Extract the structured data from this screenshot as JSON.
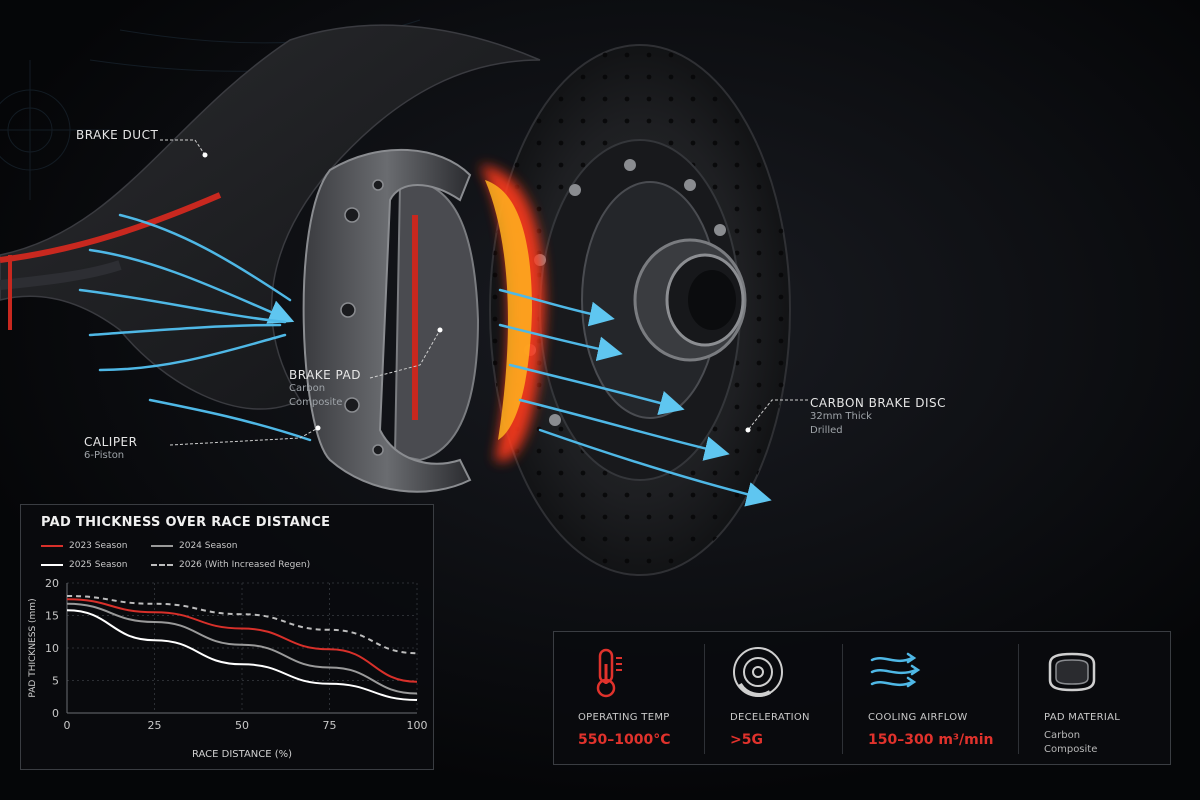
{
  "labels": {
    "brake_duct": {
      "title": "BRAKE DUCT"
    },
    "brake_pad": {
      "title": "BRAKE PAD",
      "sub1": "Carbon",
      "sub2": "Composite"
    },
    "caliper": {
      "title": "CALIPER",
      "sub": "6-Piston"
    },
    "disc": {
      "title": "CARBON BRAKE DISC",
      "sub1": "32mm Thick",
      "sub2": "Drilled"
    }
  },
  "chart": {
    "title": "PAD THICKNESS OVER RACE DISTANCE",
    "legend": [
      "2023 Season",
      "2024 Season",
      "2025 Season",
      "2026 (With Increased Regen)"
    ]
  },
  "stats": [
    {
      "label": "OPERATING TEMP",
      "value": "550–1000°C",
      "icon": "thermometer-icon"
    },
    {
      "label": "DECELERATION",
      "value": ">5G",
      "icon": "brake-disc-icon"
    },
    {
      "label": "COOLING AIRFLOW",
      "value": "150–300 m³/min",
      "icon": "airflow-icon"
    },
    {
      "label": "PAD MATERIAL",
      "value1": "Carbon",
      "value2": "Composite",
      "icon": "brake-pad-icon"
    }
  ],
  "colors": {
    "accent_red": "#e0322c",
    "airflow_blue": "#4fb8e6",
    "background": "#07080b"
  },
  "chart_data": {
    "type": "line",
    "xlabel": "RACE DISTANCE (%)",
    "ylabel": "PAD THICKNESS (mm)",
    "xlim": [
      0,
      100
    ],
    "ylim": [
      0,
      20
    ],
    "xticks": [
      0,
      25,
      50,
      75,
      100
    ],
    "yticks": [
      0,
      5,
      10,
      15,
      20
    ],
    "grid": true,
    "legend_position": "top",
    "series": [
      {
        "name": "2023 Season",
        "color": "#d8302a",
        "style": "solid",
        "x": [
          0,
          25,
          50,
          75,
          100
        ],
        "y": [
          17.5,
          15.5,
          13.0,
          9.8,
          4.8
        ]
      },
      {
        "name": "2024 Season",
        "color": "#9a9a9a",
        "style": "solid",
        "x": [
          0,
          25,
          50,
          75,
          100
        ],
        "y": [
          16.8,
          14.0,
          10.5,
          7.0,
          3.0
        ]
      },
      {
        "name": "2025 Season",
        "color": "#ffffff",
        "style": "solid",
        "x": [
          0,
          25,
          50,
          75,
          100
        ],
        "y": [
          15.8,
          11.2,
          7.5,
          4.5,
          2.0
        ]
      },
      {
        "name": "2026 (With Increased Regen)",
        "color": "#bdbdbd",
        "style": "dashed",
        "x": [
          0,
          25,
          50,
          75,
          100
        ],
        "y": [
          18.0,
          16.8,
          15.2,
          12.8,
          9.2
        ]
      }
    ]
  }
}
